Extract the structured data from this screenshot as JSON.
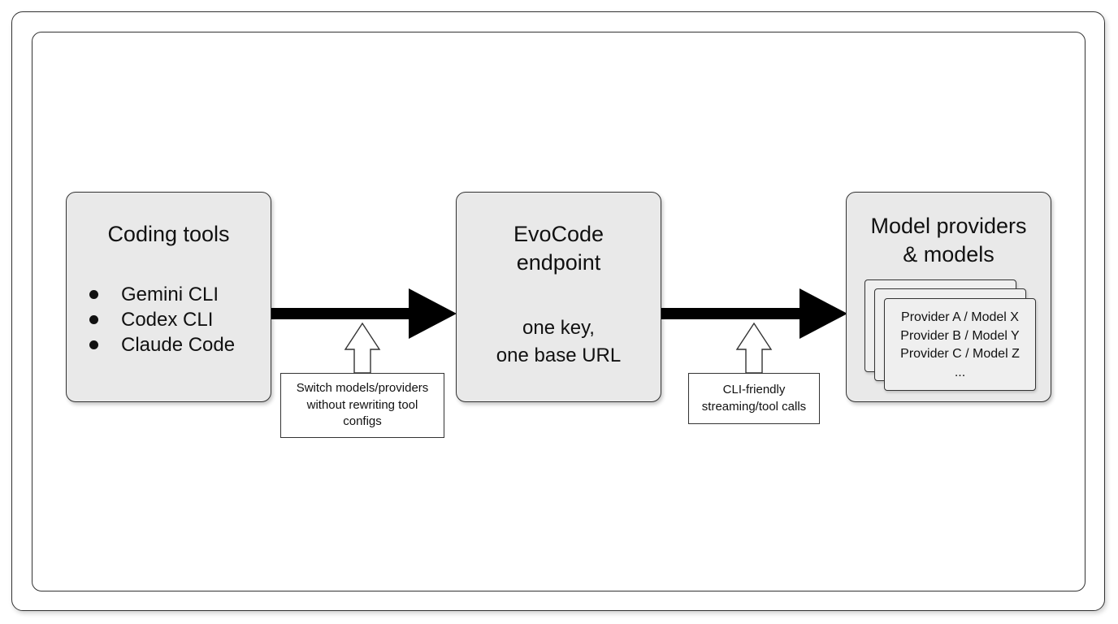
{
  "nodes": {
    "coding_tools": {
      "title": "Coding tools",
      "items": [
        "Gemini CLI",
        "Codex CLI",
        "Claude Code"
      ]
    },
    "evocode": {
      "title": "EvoCode\nendpoint",
      "subtitle": "one key,\none base URL"
    },
    "providers": {
      "title": "Model providers\n& models",
      "list": [
        "Provider A / Model X",
        "Provider B / Model Y",
        "Provider C / Model Z",
        "..."
      ]
    }
  },
  "notes": {
    "switch": [
      "Switch models/providers",
      "without rewriting tool",
      "configs"
    ],
    "cli": [
      "CLI-friendly",
      "streaming/tool calls"
    ]
  },
  "colors": {
    "box_fill": "#e9e9e9",
    "stroke": "#333333",
    "arrow": "#000000"
  }
}
